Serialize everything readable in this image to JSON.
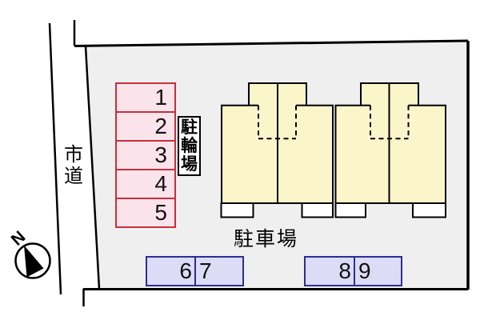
{
  "diagram_type": "site-plan",
  "compass": {
    "north_label": "N"
  },
  "road": {
    "label": "市道",
    "chars": [
      "市",
      "道"
    ]
  },
  "site": {
    "parking_area_label": "駐車場"
  },
  "bike_parking": {
    "label": "駐輪場",
    "chars": [
      "駐",
      "輪",
      "場"
    ],
    "spaces": [
      "1",
      "2",
      "3",
      "4",
      "5"
    ]
  },
  "car_parking": {
    "pair_left": [
      "6",
      "7"
    ],
    "pair_right": [
      "8",
      "9"
    ]
  },
  "buildings": {
    "count": 2,
    "units_per_building": 2
  },
  "colors": {
    "bike_space_fill": "#fae3ea",
    "bike_space_border": "#c62f3e",
    "car_space_fill": "#dcdcf7",
    "car_space_border": "#2d2d96",
    "building_fill": "#fbf5ca",
    "plot_fill": "#efefef",
    "line": "#000000",
    "background": "#ffffff"
  }
}
